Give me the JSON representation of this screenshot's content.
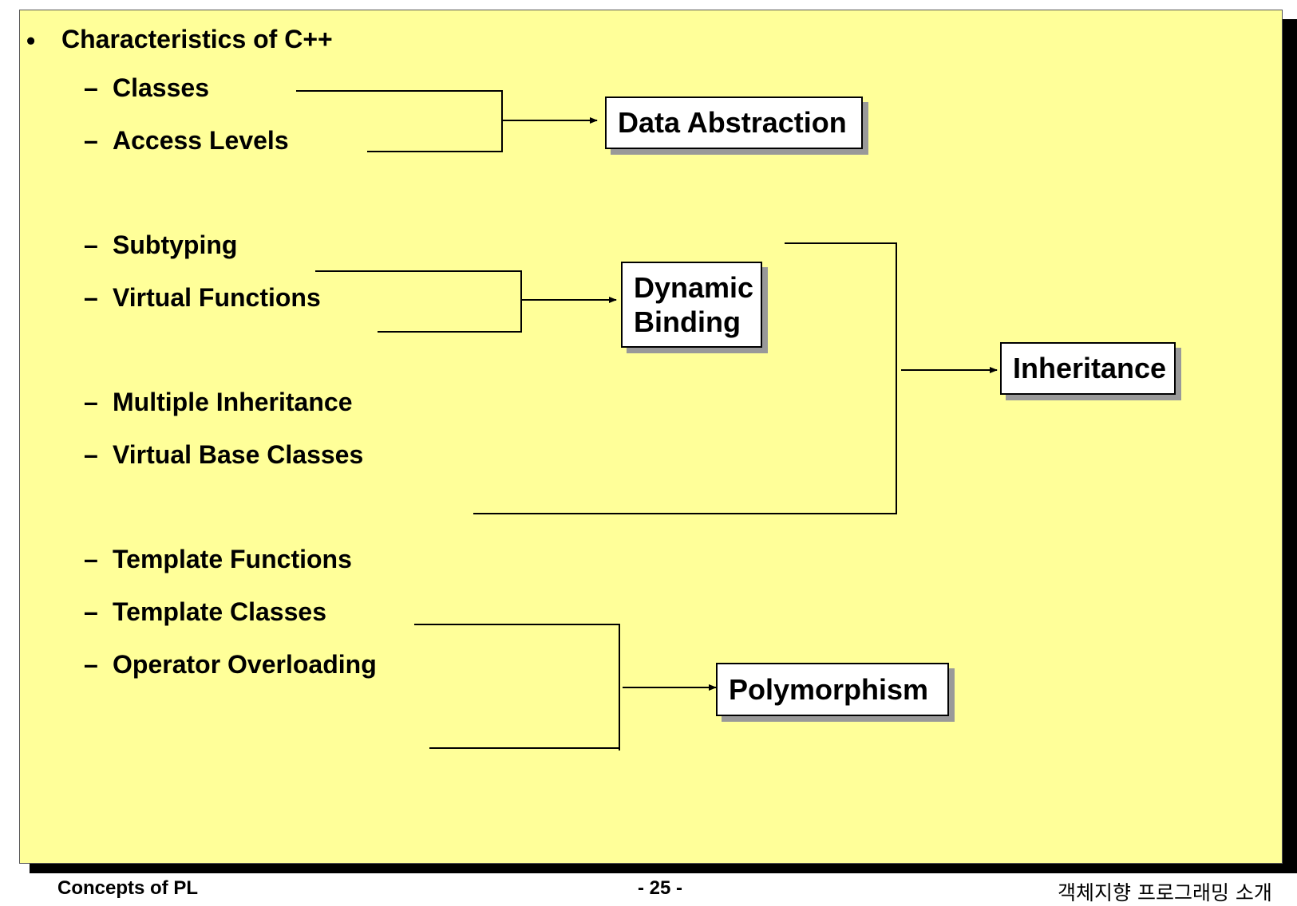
{
  "heading": {
    "bullet": "•",
    "text": "Characteristics of C++"
  },
  "dash": "–",
  "items": [
    "Classes",
    "Access Levels",
    "Subtyping",
    "Virtual Functions",
    "Multiple Inheritance",
    "Virtual Base Classes",
    "Template Functions",
    "Template Classes",
    "Operator Overloading"
  ],
  "targets": {
    "data_abstraction": "Data Abstraction",
    "dynamic_binding_line1": "Dynamic",
    "dynamic_binding_line2": "Binding",
    "inheritance": "Inheritance",
    "polymorphism": "Polymorphism"
  },
  "footer": {
    "left": "Concepts of PL",
    "center": "- 25 -",
    "right": "객체지향 프로그래밍 소개"
  },
  "colors": {
    "slide_background": "#ffff99",
    "box_background": "#ffffff",
    "box_shadow": "#999999",
    "slide_shadow": "#000000",
    "line": "#000000"
  }
}
